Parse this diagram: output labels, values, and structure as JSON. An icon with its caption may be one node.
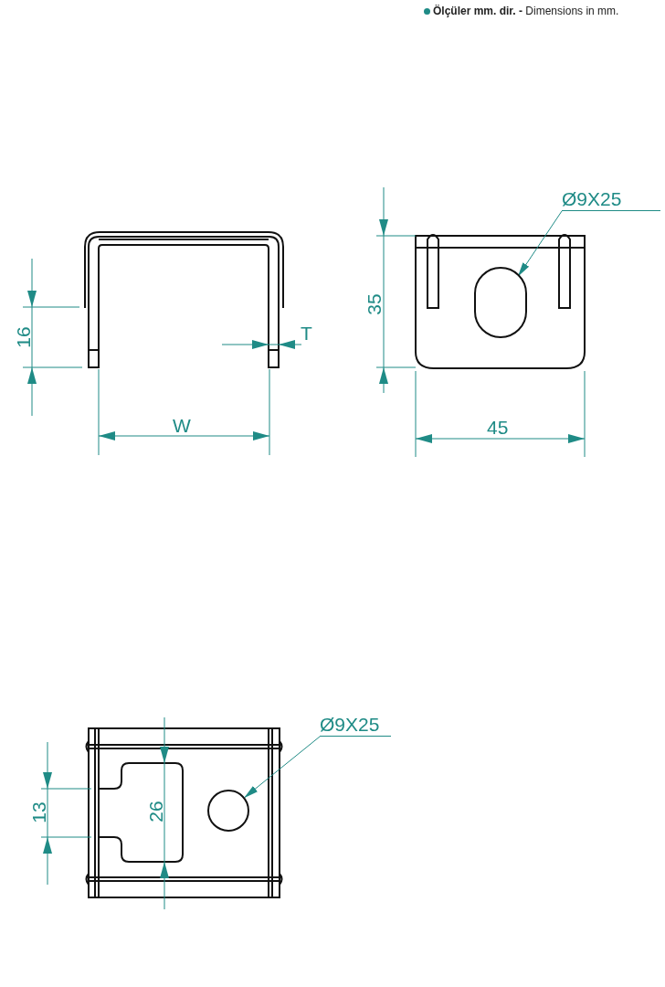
{
  "diagram": {
    "nodes": [
      {
        "text": [
          "Ø9X25"
        ]
      },
      {
        "text": [],
        "shape": "oval"
      },
      {
        "text": [
          "Ø9X25"
        ]
      },
      {
        "text": [],
        "shape": "circle"
      }
    ],
    "edges": [
      {
        "from": 0,
        "to": 1,
        "arrow": "to"
      },
      {
        "from": 2,
        "to": 3,
        "arrow": "to"
      }
    ],
    "labels": [
      "**Ölçüler mm. dir. -** Dimensions in mm.",
      "16",
      "W",
      "T",
      "35",
      "45",
      "13",
      "26"
    ]
  }
}
